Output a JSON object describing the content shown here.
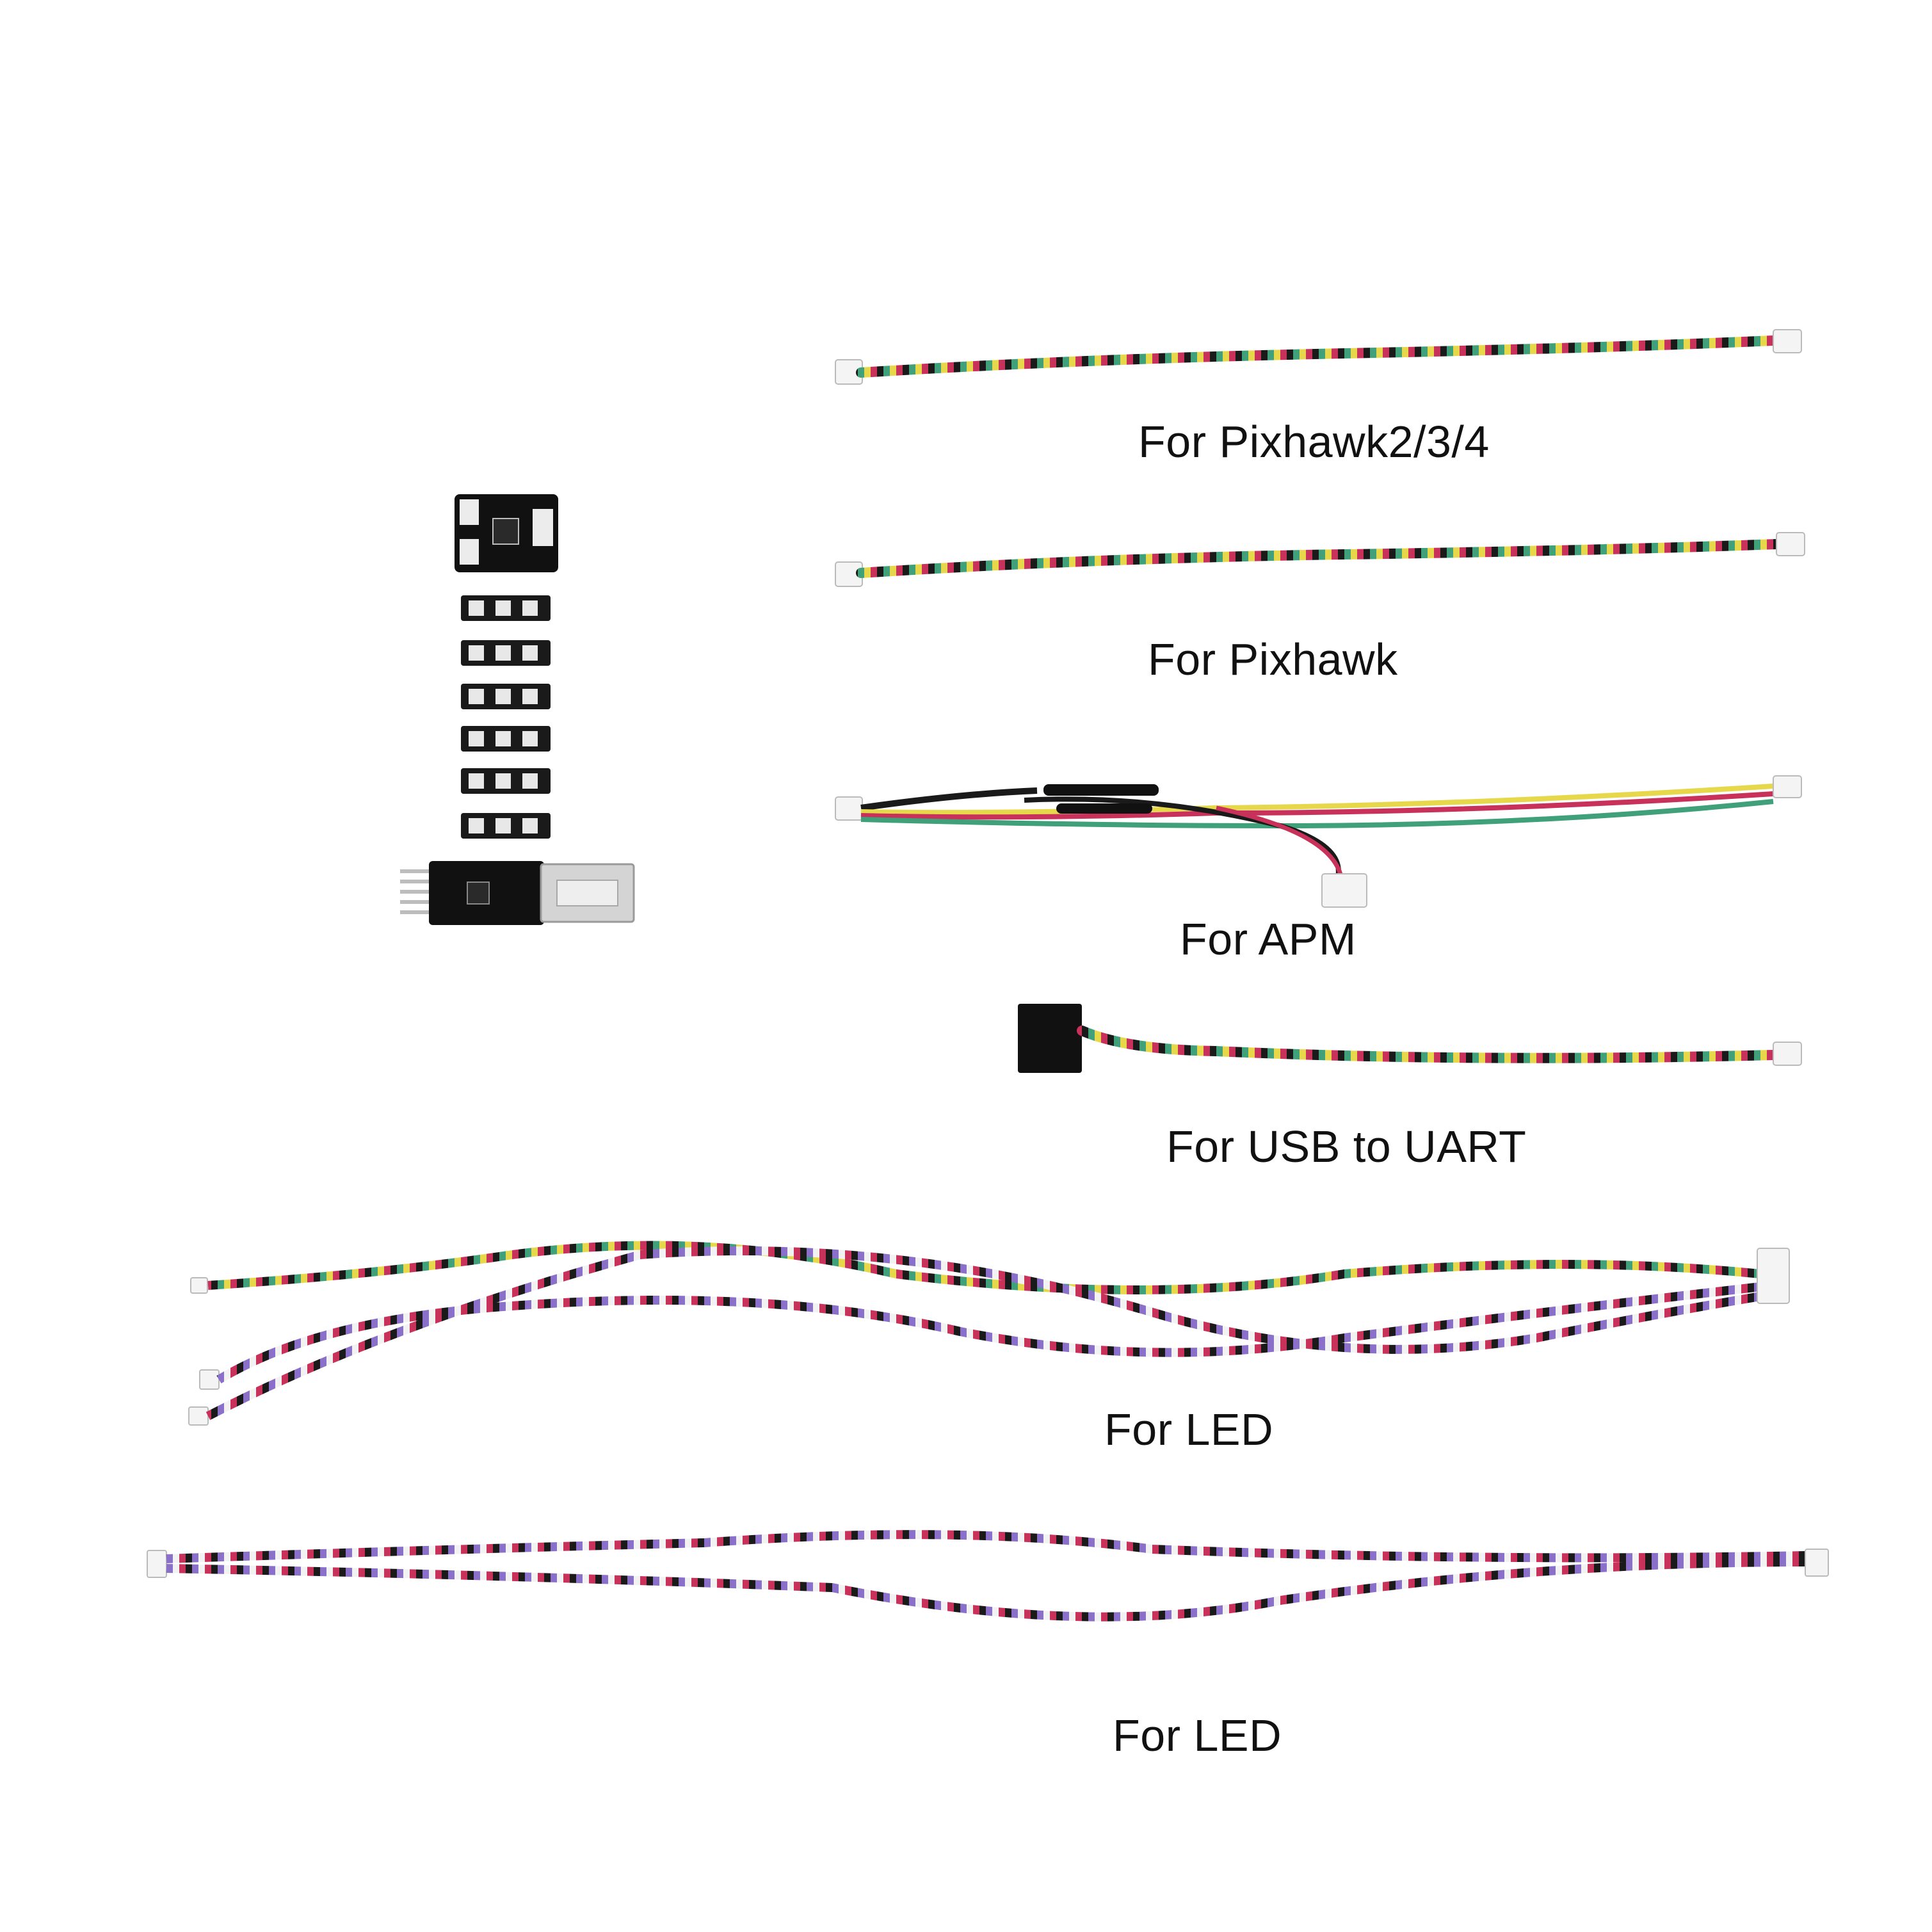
{
  "labels": {
    "pixhawk234": "For Pixhawk2/3/4",
    "pixhawk": "For Pixhawk",
    "apm": "For APM",
    "usb_uart": "For USB to UART",
    "led1": "For LED",
    "led2": "For LED"
  },
  "colors": {
    "background": "#ffffff",
    "pcb": "#111111",
    "wire_red": "#c8325a",
    "wire_black": "#1a1a1a",
    "wire_green": "#3fa07a",
    "wire_yellow": "#e6d84a",
    "wire_purple": "#8a70c8",
    "wire_white": "#f2f2f2",
    "connector": "#f4f4f4"
  }
}
